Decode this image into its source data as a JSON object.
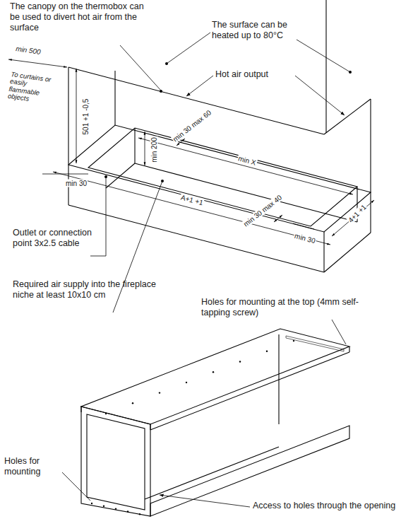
{
  "diagram": {
    "labels": [
      "The canopy on the thermobox can be used to divert hot air from the surface",
      "The surface can be heated up to 80°C",
      "Hot air output",
      "min 500",
      "To curtains or easily flammable objects",
      "501 +1 -0,5",
      "min 30 max 60",
      "min 200",
      "min X",
      "min 30",
      "A+1 +1",
      "min 30 max 40",
      "min 30",
      "4+1 +1",
      "Outlet or connection point 3x2.5 cable",
      "Required air supply into the fireplace niche at least 10x10 cm",
      "Holes for mounting at the top (4mm self-tapping screw)",
      "Holes for mounting",
      "Access to holes through the opening"
    ]
  }
}
